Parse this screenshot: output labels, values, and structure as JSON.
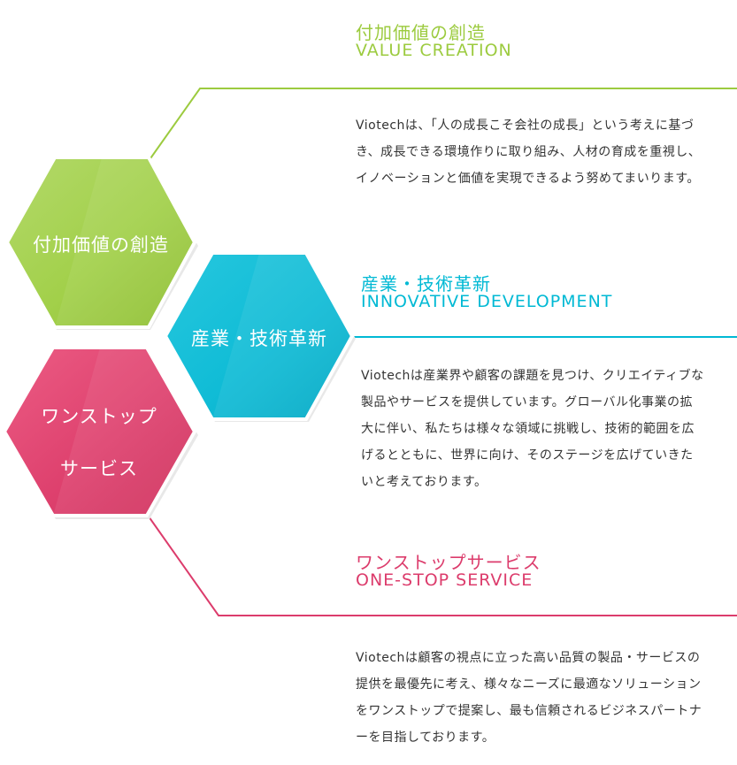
{
  "colors": {
    "green": "#9ccb3f",
    "cyan": "#00b9d4",
    "pink": "#dc3c6c",
    "text": "#333333"
  },
  "hexagons": {
    "value": "付加価値の創造",
    "innovation": "産業・技術革新",
    "onestop_line1": "ワンストップ",
    "onestop_line2": "サービス"
  },
  "sections": {
    "value": {
      "title_ja": "付加価値の創造",
      "title_en": "VALUE CREATION",
      "body": [
        "Viotechは、「人の成長こそ会社の成長」という考えに基づ",
        "き、成長できる環境作りに取り組み、人材の育成を重視し、",
        "イノベーションと価値を実現できるよう努めてまいります。"
      ]
    },
    "innovation": {
      "title_ja": "産業・技術革新",
      "title_en": "INNOVATIVE DEVELOPMENT",
      "body": [
        "Viotechは産業界や顧客の課題を見つけ、クリエイティブな",
        "製品やサービスを提供しています。グローバル化事業の拡",
        "大に伴い、私たちは様々な領域に挑戦し、技術的範囲を広",
        "げるとともに、世界に向け、そのステージを広げていきた",
        "いと考えております。"
      ]
    },
    "onestop": {
      "title_ja": "ワンストップサービス",
      "title_en": "ONE-STOP SERVICE",
      "body": [
        "Viotechは顧客の視点に立った高い品質の製品・サービスの",
        "提供を最優先に考え、様々なニーズに最適なソリューション",
        "をワンストップで提案し、最も信頼されるビジネスパートナ",
        "ーを目指しております。"
      ]
    }
  }
}
